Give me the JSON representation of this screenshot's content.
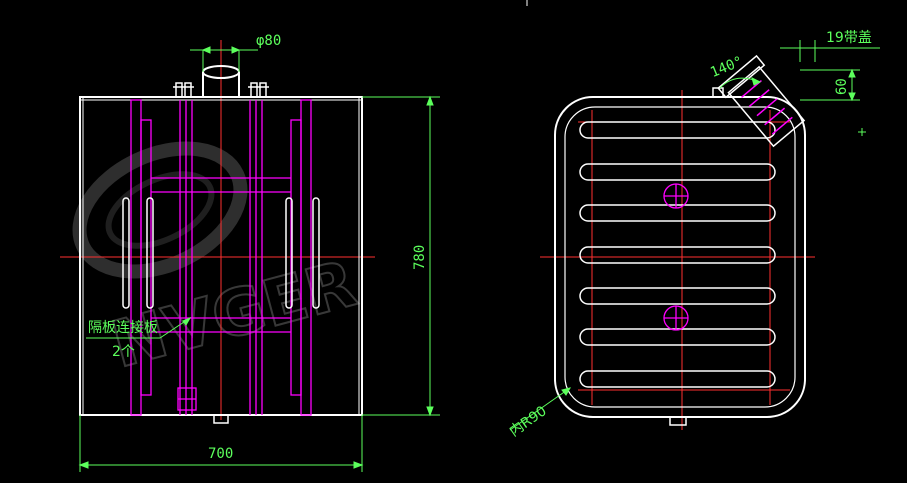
{
  "colors": {
    "background": "#000000",
    "outline": "#ffffff",
    "internal": "#ff00ff",
    "centerline": "#ff3030",
    "dimension": "#5cff5c"
  },
  "left_view": {
    "top_pipe_dim": "φ80",
    "width_dim": "700",
    "height_dim": "780",
    "note_line1": "隔板连接板",
    "note_line2": "2个"
  },
  "right_view": {
    "angle_dim": "140°",
    "cap_dim": "19带盖",
    "cap_offset_dim": "60",
    "radius_dim": "内R90"
  },
  "watermark": {
    "text": "NVGER"
  }
}
